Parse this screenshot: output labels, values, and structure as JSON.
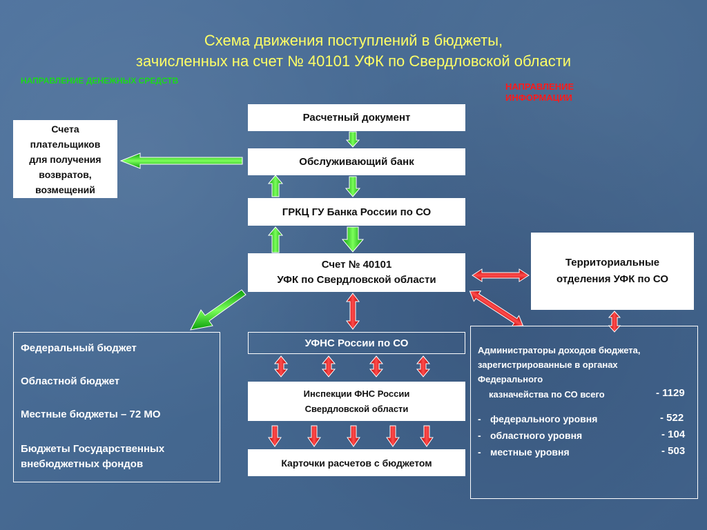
{
  "title": {
    "line1": "Схема движения поступлений в бюджеты,",
    "line2": "зачисленных на счет №  40101 УФК по Свердловской области"
  },
  "legend": {
    "money_direction": "НАПРАВЛЕНИЕ  ДЕНЕЖНЫХ СРЕДСТВ",
    "info_direction": "НАПРАВЛЕНИЕ ИНФОРМАЦИИ",
    "money_color": "#1bd81b",
    "info_color": "#ff1a1a"
  },
  "boxes": {
    "settlement_document": "Расчетный документ",
    "servicing_bank": "Обслуживающий банк",
    "grkc": "ГРКЦ ГУ Банка России по СО",
    "account_40101_line1": "Счет № 40101",
    "account_40101_line2": "УФК по Свердловской области",
    "payer_accounts": "Счета\nплательщиков\nдля получения\nвозвратов,\nвозмещений",
    "territorial_ufk": "Территориальные\nотделения УФК по СО",
    "ufns": "УФНС России по СО",
    "fns_inspections": "Инспекции ФНС России\nСвердловской области",
    "settlement_cards": "Карточки расчетов с бюджетом"
  },
  "budgets": {
    "items": [
      "Федеральный бюджет",
      "Областной бюджет",
      "Местные бюджеты – 72 МО",
      "Бюджеты Государственных внебюджетных  фондов"
    ]
  },
  "administrators": {
    "text": "Администраторы   доходов бюджета, зарегистрированные в органах Федерального",
    "treasury_label": "казначейства  по  СО    всего",
    "total": "- 1129",
    "levels": [
      {
        "label": "федерального уровня",
        "value": "- 522"
      },
      {
        "label": "областного уровня",
        "value": "- 104"
      },
      {
        "label": "местные уровня",
        "value": "- 503"
      }
    ]
  }
}
